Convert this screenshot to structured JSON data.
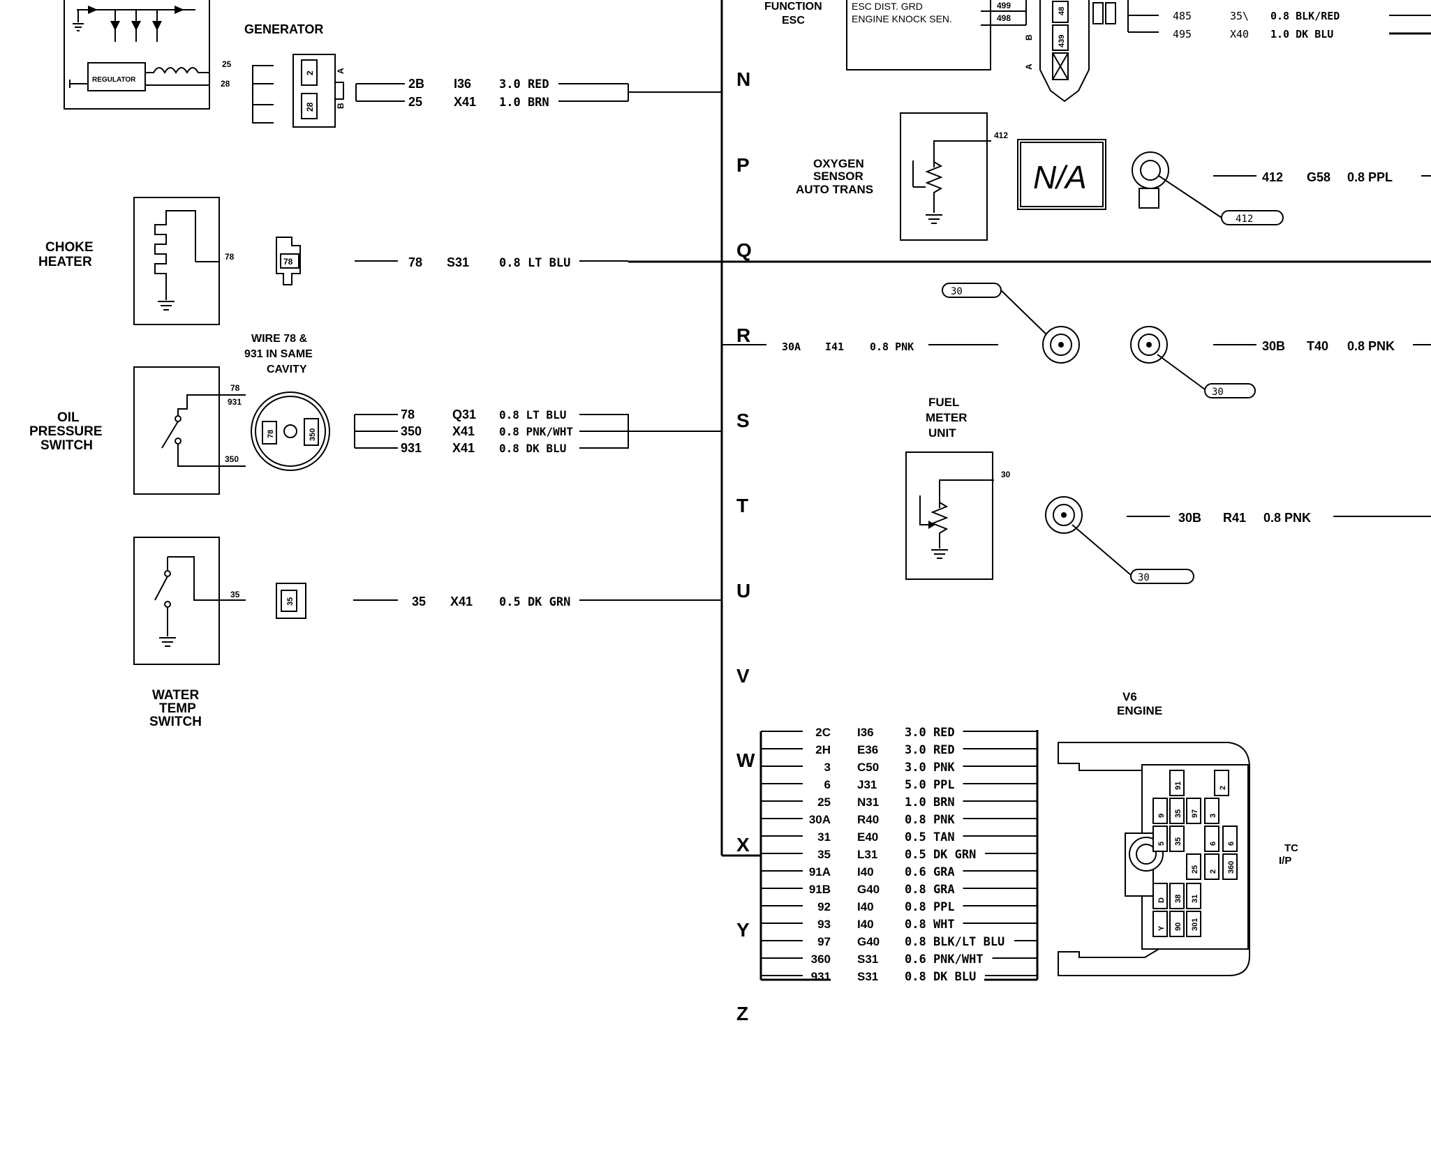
{
  "row_letters": [
    "N",
    "P",
    "Q",
    "R",
    "S",
    "T",
    "U",
    "V",
    "W",
    "X",
    "Y",
    "Z"
  ],
  "top_fragments": {
    "function_esc": [
      "FUNCTION",
      "ESC"
    ],
    "esc_dist_grd": "ESC DIST. GRD",
    "engine_knock_sen": "ENGINE KNOCK SEN.",
    "pin_a": "499",
    "pin_b": "498",
    "conn_pin_1": "48",
    "conn_pin_2": "439",
    "conn_side_b": "B",
    "conn_side_a": "A",
    "wire_485": {
      "num": "485",
      "code": "35\\",
      "spec": "0.8 BLK/RED"
    },
    "wire_495": {
      "num": "495",
      "code": "X40",
      "spec": "1.0 DK BLU"
    }
  },
  "generator": {
    "title": "GENERATOR",
    "regulator": "REGULATOR",
    "term_a": "25",
    "term_b": "28",
    "pin_2": "2",
    "pin_28": "28",
    "side_a": "A",
    "side_b": "B",
    "wires": [
      {
        "num": "2B",
        "code": "I36",
        "spec": "3.0 RED"
      },
      {
        "num": "25",
        "code": "X41",
        "spec": "1.0 BRN"
      }
    ]
  },
  "choke_heater": {
    "label": [
      "CHOKE",
      "HEATER"
    ],
    "term": "78",
    "conn_pin": "78",
    "wire": {
      "num": "78",
      "code": "S31",
      "spec": "0.8 LT BLU"
    }
  },
  "wire_note": [
    "WIRE 78 &",
    "931 IN SAME",
    "CAVITY"
  ],
  "oil_pressure": {
    "label": [
      "OIL",
      "PRESSURE",
      "SWITCH"
    ],
    "term_top": "78",
    "term_mid": "931",
    "term_bot": "350",
    "conn_pin_a": "78",
    "conn_pin_b": "350",
    "wires": [
      {
        "num": "78",
        "code": "Q31",
        "spec": "0.8 LT BLU"
      },
      {
        "num": "350",
        "code": "X41",
        "spec": "0.8 PNK/WHT"
      },
      {
        "num": "931",
        "code": "X41",
        "spec": "0.8 DK BLU"
      }
    ]
  },
  "water_temp": {
    "label": [
      "WATER",
      "TEMP",
      "SWITCH"
    ],
    "term": "35",
    "conn_pin": "35",
    "wire": {
      "num": "35",
      "code": "X41",
      "spec": "0.5 DK GRN"
    }
  },
  "oxygen_sensor": {
    "label": [
      "OXYGEN",
      "SENSOR",
      "AUTO TRANS"
    ],
    "term": "412",
    "na": "N/A",
    "tag": "412",
    "wire": {
      "num": "412",
      "code": "G58",
      "spec": "0.8 PPL"
    }
  },
  "row_r": {
    "tag_left": "30",
    "tag_right": "30",
    "wire_left": {
      "num": "30A",
      "code": "I41",
      "spec": "0.8 PNK"
    },
    "wire_right": {
      "num": "30B",
      "code": "T40",
      "spec": "0.8 PNK"
    }
  },
  "fuel_meter": {
    "label": [
      "FUEL",
      "METER",
      "UNIT"
    ],
    "term": "30",
    "tag": "30",
    "wire": {
      "num": "30B",
      "code": "R41",
      "spec": "0.8 PNK"
    }
  },
  "harness": {
    "rows": [
      {
        "num": "2C",
        "code": "I36",
        "spec": "3.0 RED"
      },
      {
        "num": "2H",
        "code": "E36",
        "spec": "3.0 RED"
      },
      {
        "num": "3",
        "code": "C50",
        "spec": "3.0 PNK"
      },
      {
        "num": "6",
        "code": "J31",
        "spec": "5.0 PPL"
      },
      {
        "num": "25",
        "code": "N31",
        "spec": "1.0 BRN"
      },
      {
        "num": "30A",
        "code": "R40",
        "spec": "0.8 PNK"
      },
      {
        "num": "31",
        "code": "E40",
        "spec": "0.5 TAN"
      },
      {
        "num": "35",
        "code": "L31",
        "spec": "0.5 DK GRN"
      },
      {
        "num": "91A",
        "code": "I40",
        "spec": "0.6 GRA"
      },
      {
        "num": "91B",
        "code": "G40",
        "spec": "0.8 GRA"
      },
      {
        "num": "92",
        "code": "I40",
        "spec": "0.8 PPL"
      },
      {
        "num": "93",
        "code": "I40",
        "spec": "0.8 WHT"
      },
      {
        "num": "97",
        "code": "G40",
        "spec": "0.8 BLK/LT BLU"
      },
      {
        "num": "360",
        "code": "S31",
        "spec": "0.6 PNK/WHT"
      },
      {
        "num": "931",
        "code": "S31",
        "spec": "0.8 DK BLU"
      }
    ]
  },
  "v6": {
    "label": [
      "V6",
      "ENGINE"
    ],
    "side_label": [
      "TC",
      "I/P"
    ],
    "pins": [
      "91",
      "2",
      "35",
      "97",
      "3",
      "35",
      "6",
      "25",
      "2",
      "360",
      "38",
      "31",
      "90",
      "301",
      "9",
      "5",
      "6",
      "D",
      "Y"
    ]
  }
}
